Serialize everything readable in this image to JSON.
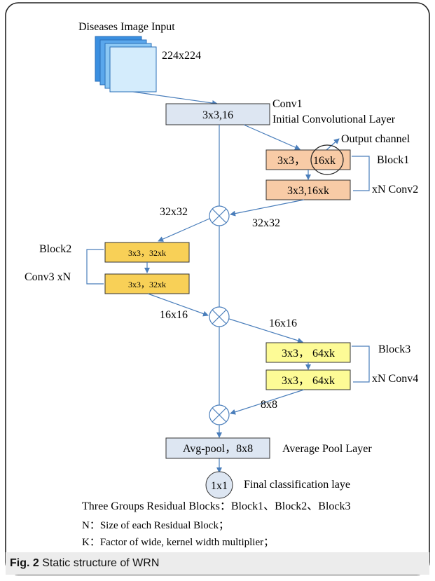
{
  "input": {
    "title": "Diseases Image Input",
    "size": "224x224"
  },
  "conv1": {
    "box": "3x3,16",
    "name": "Conv1",
    "desc": "Initial Convolutional Layer"
  },
  "output_channel": "Output channel",
  "block1": {
    "label": "Block1",
    "conv_label": "xN Conv2",
    "box1_left": "3x3，",
    "box1_right": "16xk",
    "box2": "3x3,16xk"
  },
  "merge_sizes": {
    "left1": "32x32",
    "right1": "32x32",
    "left2": "16x16",
    "right2": "16x16",
    "right3": "8x8"
  },
  "block2": {
    "label": "Block2",
    "conv_label": "Conv3  xN",
    "box1": "3x3，32xk",
    "box2": "3x3，32xk"
  },
  "block3": {
    "label": "Block3",
    "conv_label": "xN Conv4",
    "box1": "3x3，  64xk",
    "box2": "3x3，  64xk"
  },
  "avgpool": {
    "box": "Avg-pool，8x8",
    "desc": "Average Pool Layer"
  },
  "final": {
    "circle": "1x1",
    "desc": "Final classification laye"
  },
  "notes": [
    "Three Groups Residual Blocks：Block1、Block2、Block3",
    "N：Size of each Residual Block；",
    "K：Factor of wide, kernel width multiplier；"
  ],
  "caption": {
    "prefix": "Fig. 2",
    "text": " Static structure of WRN"
  },
  "colors": {
    "arrow": "#4a7ebb",
    "conv_fill": "#dde6f2",
    "block1_fill": "#f8cba6",
    "block2_fill": "#f8d057",
    "block3_fill": "#fdfb96",
    "input_dark": "#3a8fe0",
    "input_mid": "#6cb5f0",
    "input_light": "#d4ecfc"
  }
}
